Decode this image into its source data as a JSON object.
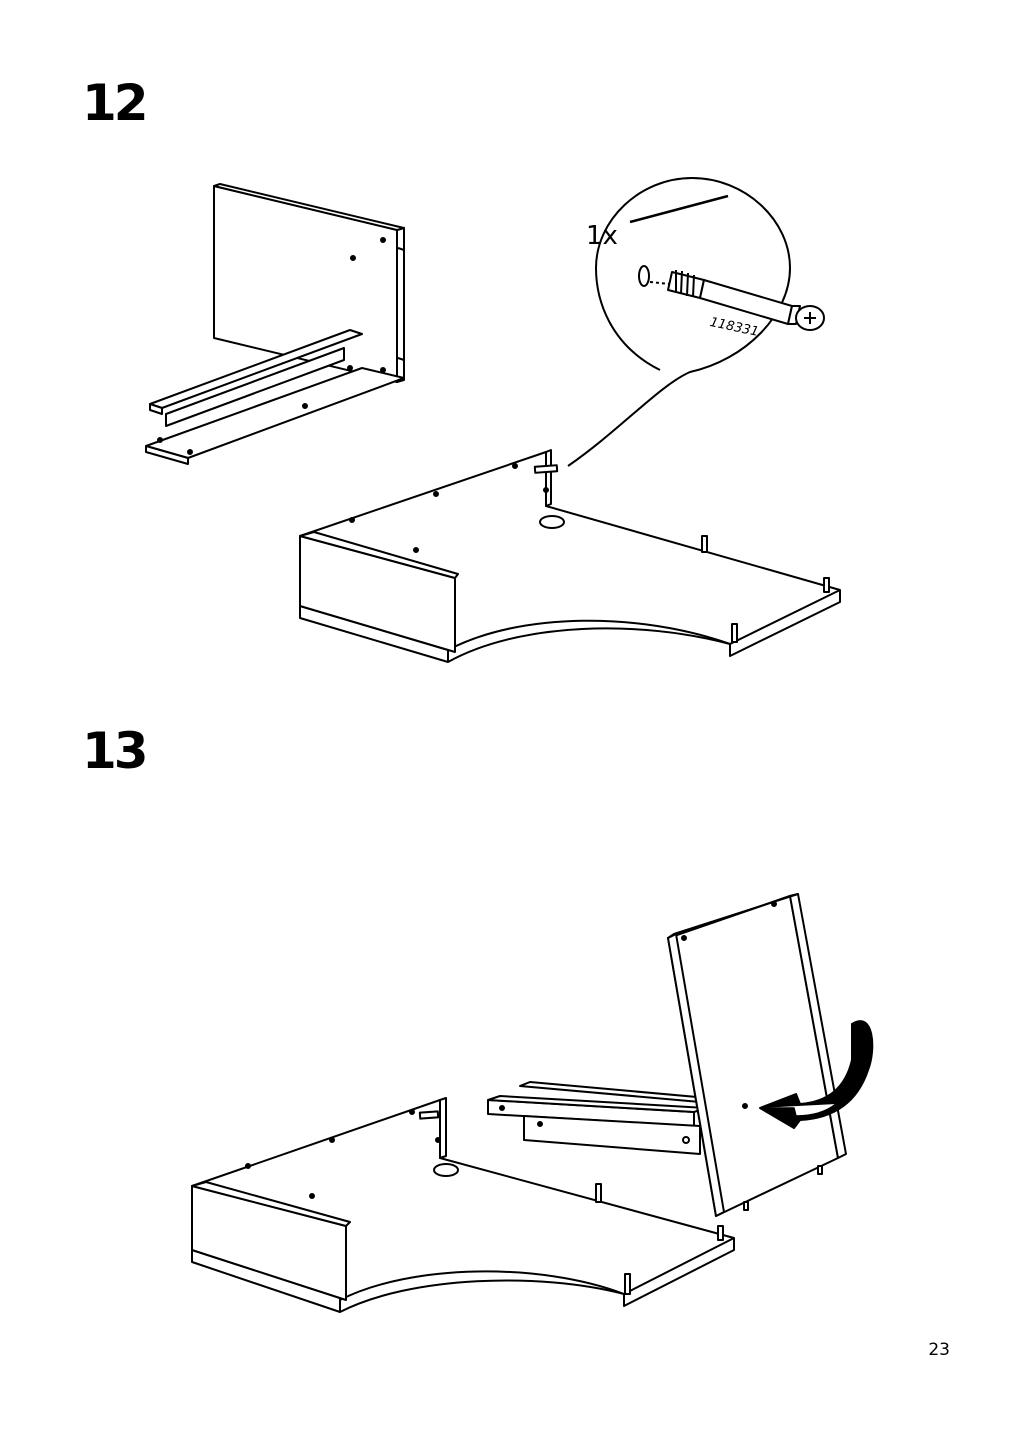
{
  "steps": [
    {
      "number": "12",
      "callout": {
        "quantity": "1x",
        "part_number": "118331"
      }
    },
    {
      "number": "13"
    }
  ],
  "page_number": "23"
}
